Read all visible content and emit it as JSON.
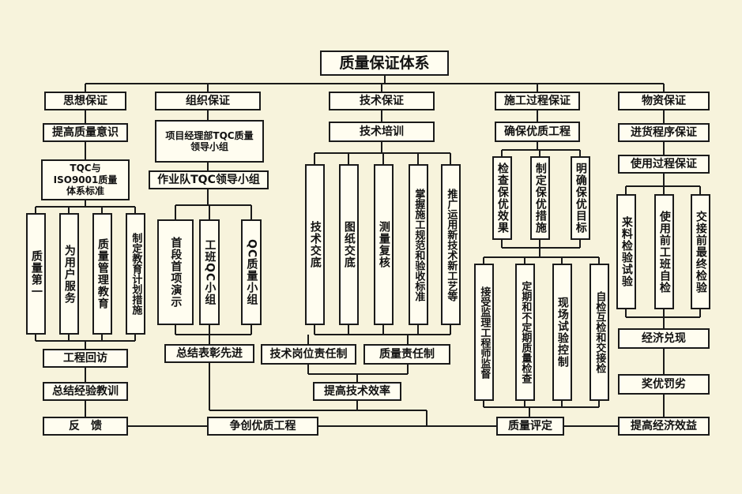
{
  "title": "质量保证体系",
  "col1": {
    "header": "思想保证",
    "raise": "提高质量意识",
    "standard": "TQC与ISO9001质量体系标准",
    "items": [
      "质量第一",
      "为用户服务",
      "质量管理教育",
      "制定教育计划措施"
    ],
    "visit": "工程回访",
    "summary": "总结经验教训",
    "feedback": "反　馈"
  },
  "col2": {
    "header": "组织保证",
    "pm_group_line1": "项目经理部TQC质量",
    "pm_group_line2": "领导小组",
    "team_group": "作业队TQC领导小组",
    "items": [
      "首段首项演示",
      "工班QC小组",
      "QC质量小组"
    ],
    "summary": "总结表彰先进"
  },
  "col3": {
    "header": "技术保证",
    "training": "技术培训",
    "items": [
      "技术交底",
      "图纸交底",
      "测量复核",
      "掌握施工规范和验收标准",
      "推广运用新技术新工艺等"
    ],
    "tech_resp": "技术岗位责任制",
    "quality_resp": "质量责任制",
    "efficiency": "提高技术效率"
  },
  "col4": {
    "header": "施工过程保证",
    "ensure": "确保优质工程",
    "upper": [
      "检查保优效果",
      "制定保优措施",
      "明确保优目标"
    ],
    "lower": [
      "接受监理工程师监督",
      "定期和不定期质量检查",
      "现场试验控制",
      "自检互检和交接检"
    ],
    "evaluation": "质量评定"
  },
  "col5": {
    "header": "物资保证",
    "incoming": "进货程序保证",
    "usage": "使用过程保证",
    "items": [
      "来料检验试验",
      "使用前工班自检",
      "交接前最终检验"
    ],
    "cash": "经济兑现",
    "reward": "奖优罚劣",
    "benefit": "提高经济效益"
  },
  "bottom": {
    "strive": "争创优质工程"
  }
}
